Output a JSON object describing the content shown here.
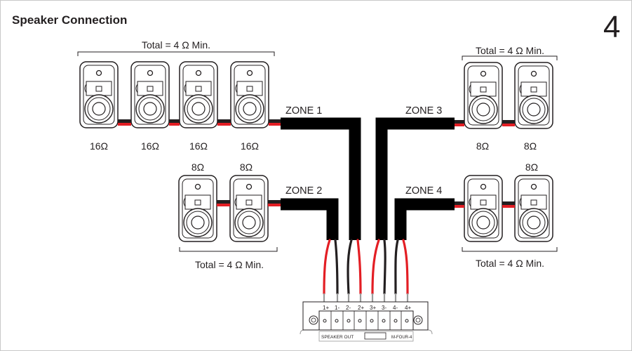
{
  "title": "Speaker Connection",
  "page_number": "4",
  "zones": [
    {
      "label": "ZONE 1",
      "total": "Total = 4 Ω Min.",
      "impedances": [
        "16Ω",
        "16Ω",
        "16Ω",
        "16Ω"
      ]
    },
    {
      "label": "ZONE 2",
      "total": "Total = 4 Ω Min.",
      "impedances": [
        "8Ω",
        "8Ω"
      ]
    },
    {
      "label": "ZONE 3",
      "total": "Total = 4 Ω Min.",
      "impedances": [
        "8Ω",
        "8Ω"
      ]
    },
    {
      "label": "ZONE 4",
      "total": "Total = 4 Ω Min.",
      "impedances": [
        "8Ω"
      ]
    }
  ],
  "terminal": {
    "pins": [
      "1+",
      "1-",
      "2-",
      "2+",
      "3+",
      "3-",
      "4-",
      "4+"
    ],
    "label": "SPEAKER OUT",
    "model": "M-FOUR-4"
  },
  "colors": {
    "positive_wire": "#e31e24",
    "negative_wire": "#231f20",
    "cable": "#000000",
    "speaker_outline": "#231f20"
  }
}
